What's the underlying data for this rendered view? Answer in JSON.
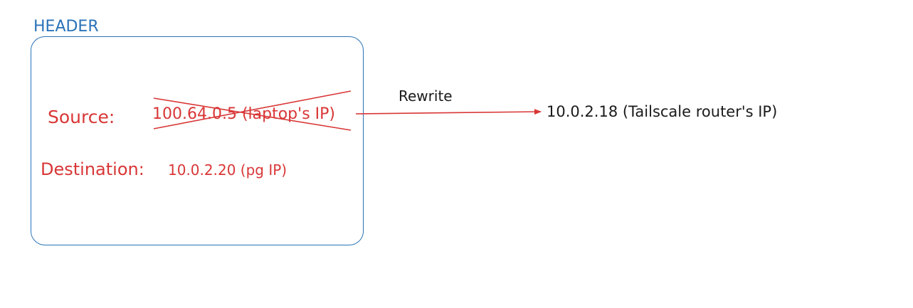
{
  "header": {
    "title": "HEADER"
  },
  "packet": {
    "source_label": "Source:",
    "source_value": "100.64.0.5 (laptop's IP)",
    "destination_label": "Destination:",
    "destination_value": "10.0.2.20  (pg IP)"
  },
  "rewrite": {
    "label": "Rewrite",
    "new_source_value": "10.0.2.18 (Tailscale router's IP)"
  },
  "colors": {
    "header_blue": "#2a73b8",
    "annotation_red": "#d93636",
    "text_dark": "#1a1a1a"
  }
}
